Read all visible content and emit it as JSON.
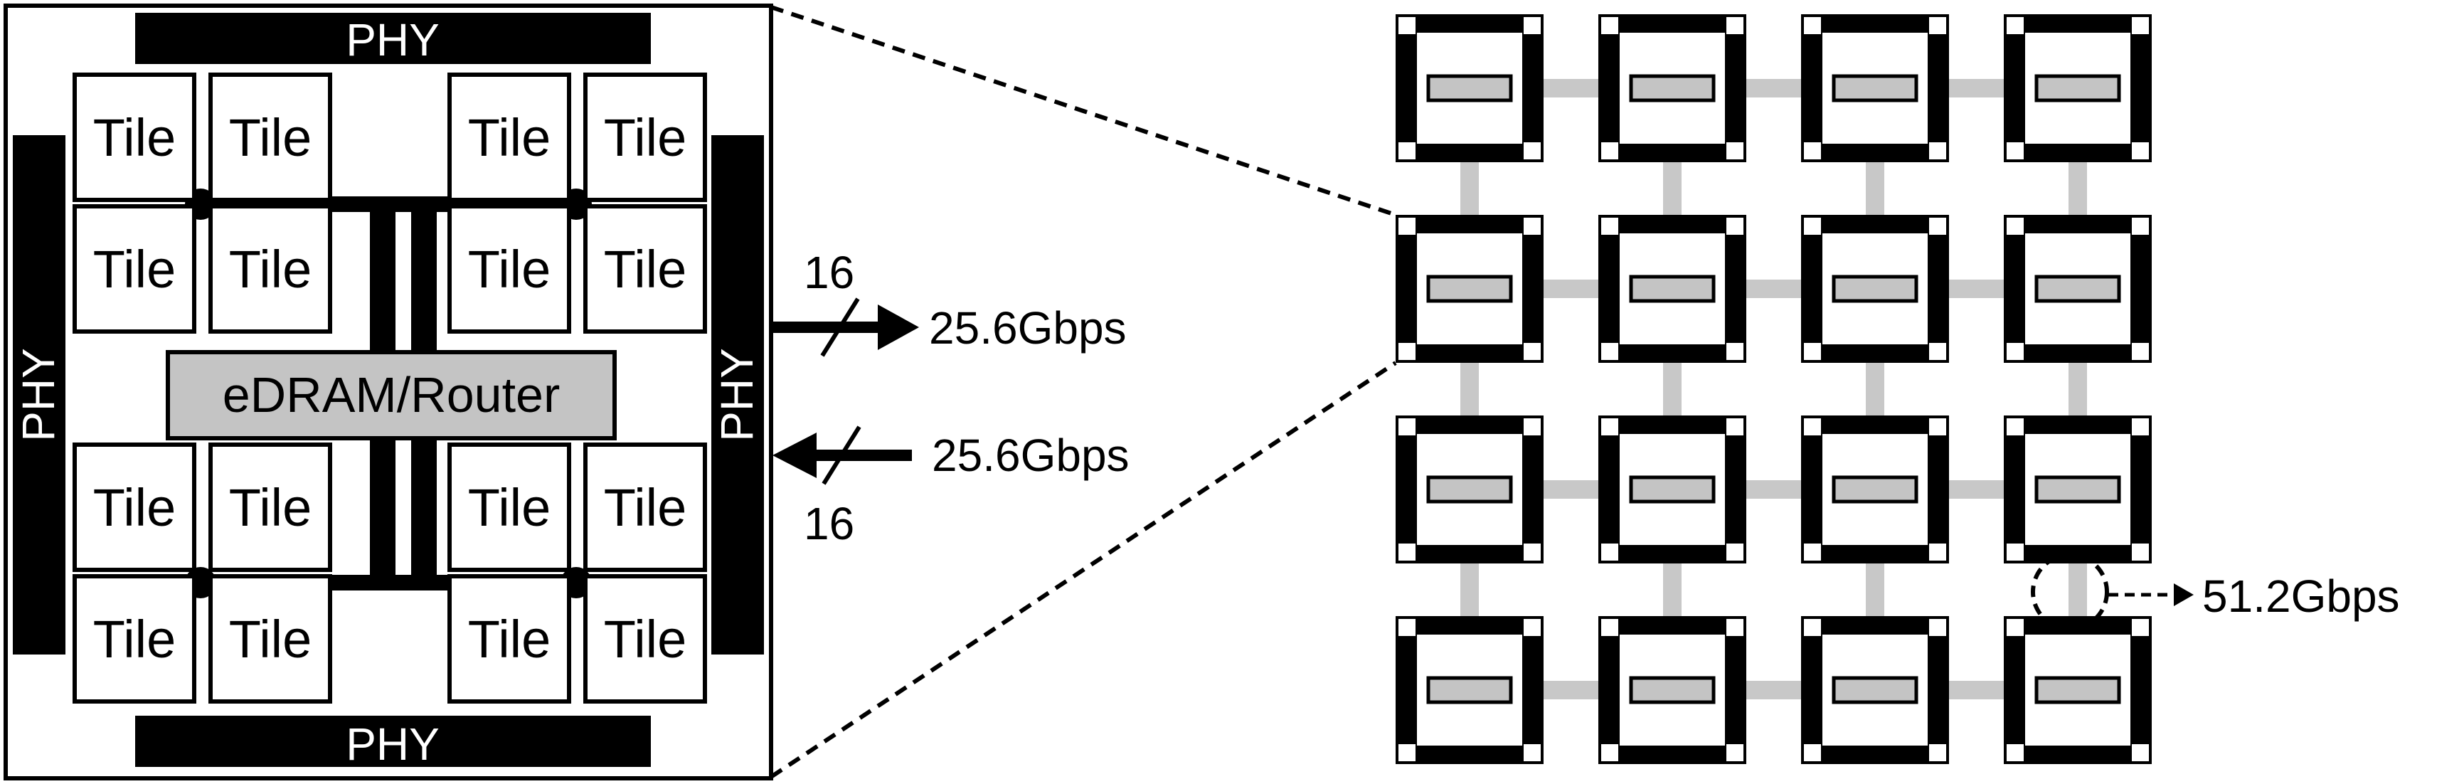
{
  "chip": {
    "tile_label": "Tile",
    "phy_label": "PHY",
    "edram_label": "eDRAM/Router"
  },
  "links": {
    "out_rate": "25.6Gbps",
    "out_width": "16",
    "in_rate": "25.6Gbps",
    "in_width": "16"
  },
  "mesh": {
    "rows": 4,
    "cols": 4,
    "link_rate": "51.2Gbps"
  },
  "colors": {
    "black": "#000000",
    "grey_block": "#c4c4c4",
    "mesh_link": "#c8c8c8",
    "white": "#ffffff"
  }
}
